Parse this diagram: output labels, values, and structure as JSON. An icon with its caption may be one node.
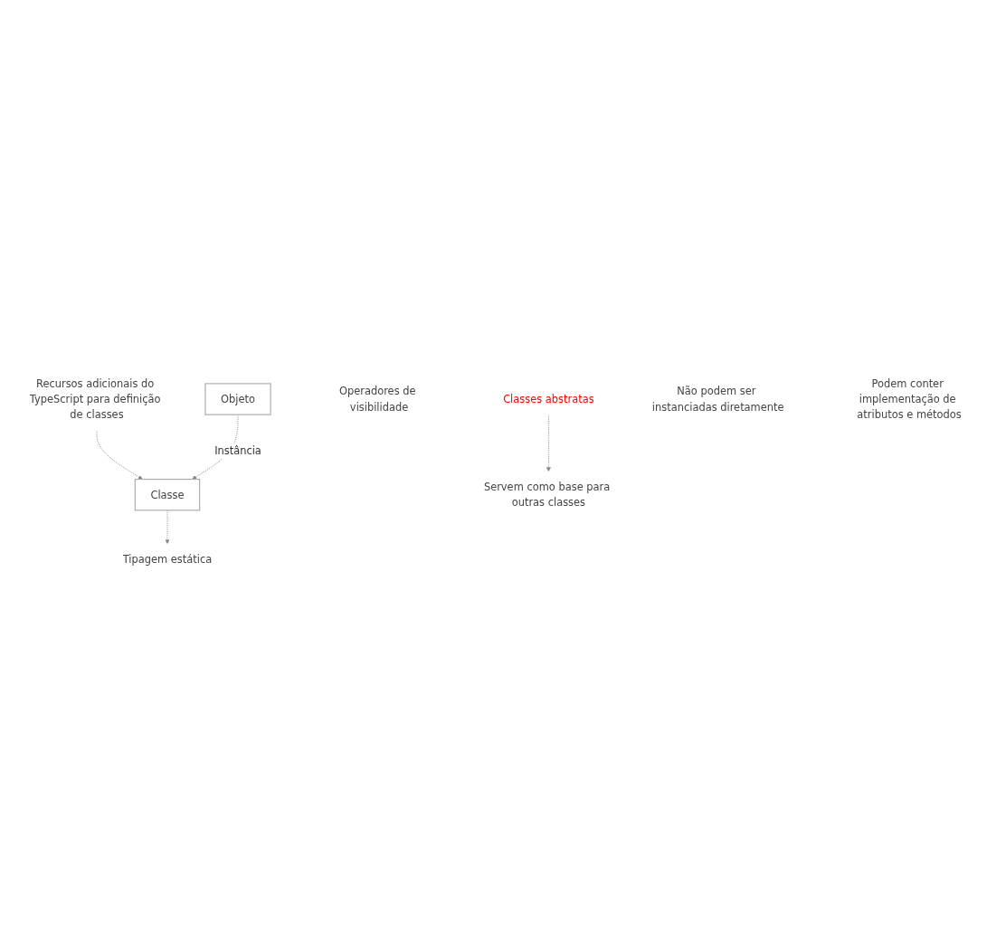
{
  "diagram": {
    "nodes": [
      {
        "text": [
          "Recursos adicionais do TypeScript para definição de classes"
        ]
      },
      {
        "text": [
          "Classe"
        ]
      },
      {
        "text": [
          "Objeto"
        ]
      },
      {
        "text": [
          "Tipagem estática"
        ]
      },
      {
        "text": [
          "Operadores de visibilidade"
        ]
      },
      {
        "text": [
          "Classes abstratas"
        ]
      },
      {
        "text": [
          "Não podem ser instanciadas diretamente"
        ]
      },
      {
        "text": [
          "Servem como base para outras classes"
        ]
      },
      {
        "text": [
          "Podem conter implementação de atributos e métodos"
        ]
      }
    ],
    "edges": [
      {
        "from": 0,
        "to": 1,
        "arrow": "to",
        "style": "dashed"
      },
      {
        "from": 2,
        "to": 1,
        "arrow": "to",
        "label": "Instância",
        "style": "dashed"
      },
      {
        "from": 1,
        "to": 3,
        "arrow": "to",
        "style": "dashed"
      },
      {
        "from": 5,
        "to": 7,
        "arrow": "to",
        "style": "dashed"
      }
    ]
  }
}
